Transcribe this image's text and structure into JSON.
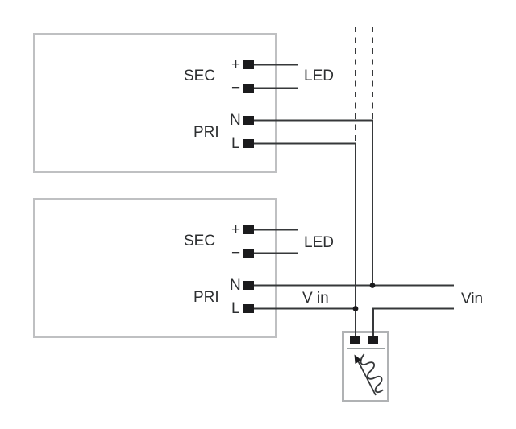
{
  "drivers": [
    {
      "sec_label": "SEC",
      "pri_label": "PRI",
      "plus": "+",
      "minus": "−",
      "neutral": "N",
      "line": "L",
      "led_label": "LED"
    },
    {
      "sec_label": "SEC",
      "pri_label": "PRI",
      "plus": "+",
      "minus": "−",
      "neutral": "N",
      "line": "L",
      "led_label": "LED",
      "v_in_label": "V in"
    }
  ],
  "supply": {
    "vin_label": "Vin"
  },
  "colors": {
    "wire": "#36383a",
    "terminal": "#1b1b1d",
    "box_border": "#bfc0c2",
    "dimmer_border": "#b0b2b4",
    "dimmer_separator": "#9aa0a2",
    "text": "#2d2f31",
    "background": "#ffffff"
  }
}
